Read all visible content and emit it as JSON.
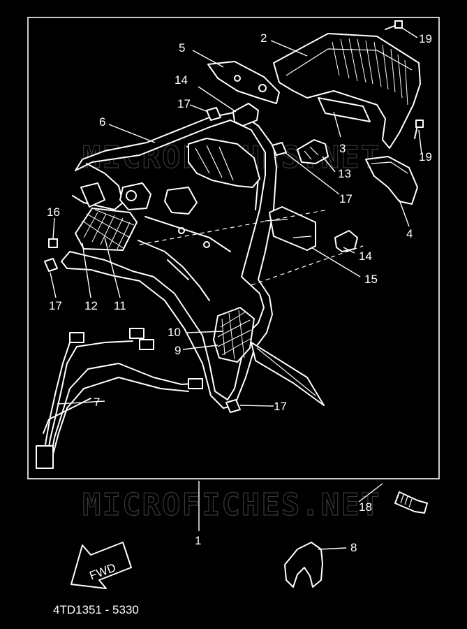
{
  "diagram": {
    "watermark": "MICROFICHES.NET",
    "part_code": "4TD1351 - 5330",
    "fwd_label": "FWD",
    "callouts": [
      "1",
      "2",
      "3",
      "4",
      "5",
      "6",
      "7",
      "8",
      "9",
      "10",
      "11",
      "12",
      "13",
      "14",
      "15",
      "16",
      "17",
      "18",
      "19"
    ]
  }
}
